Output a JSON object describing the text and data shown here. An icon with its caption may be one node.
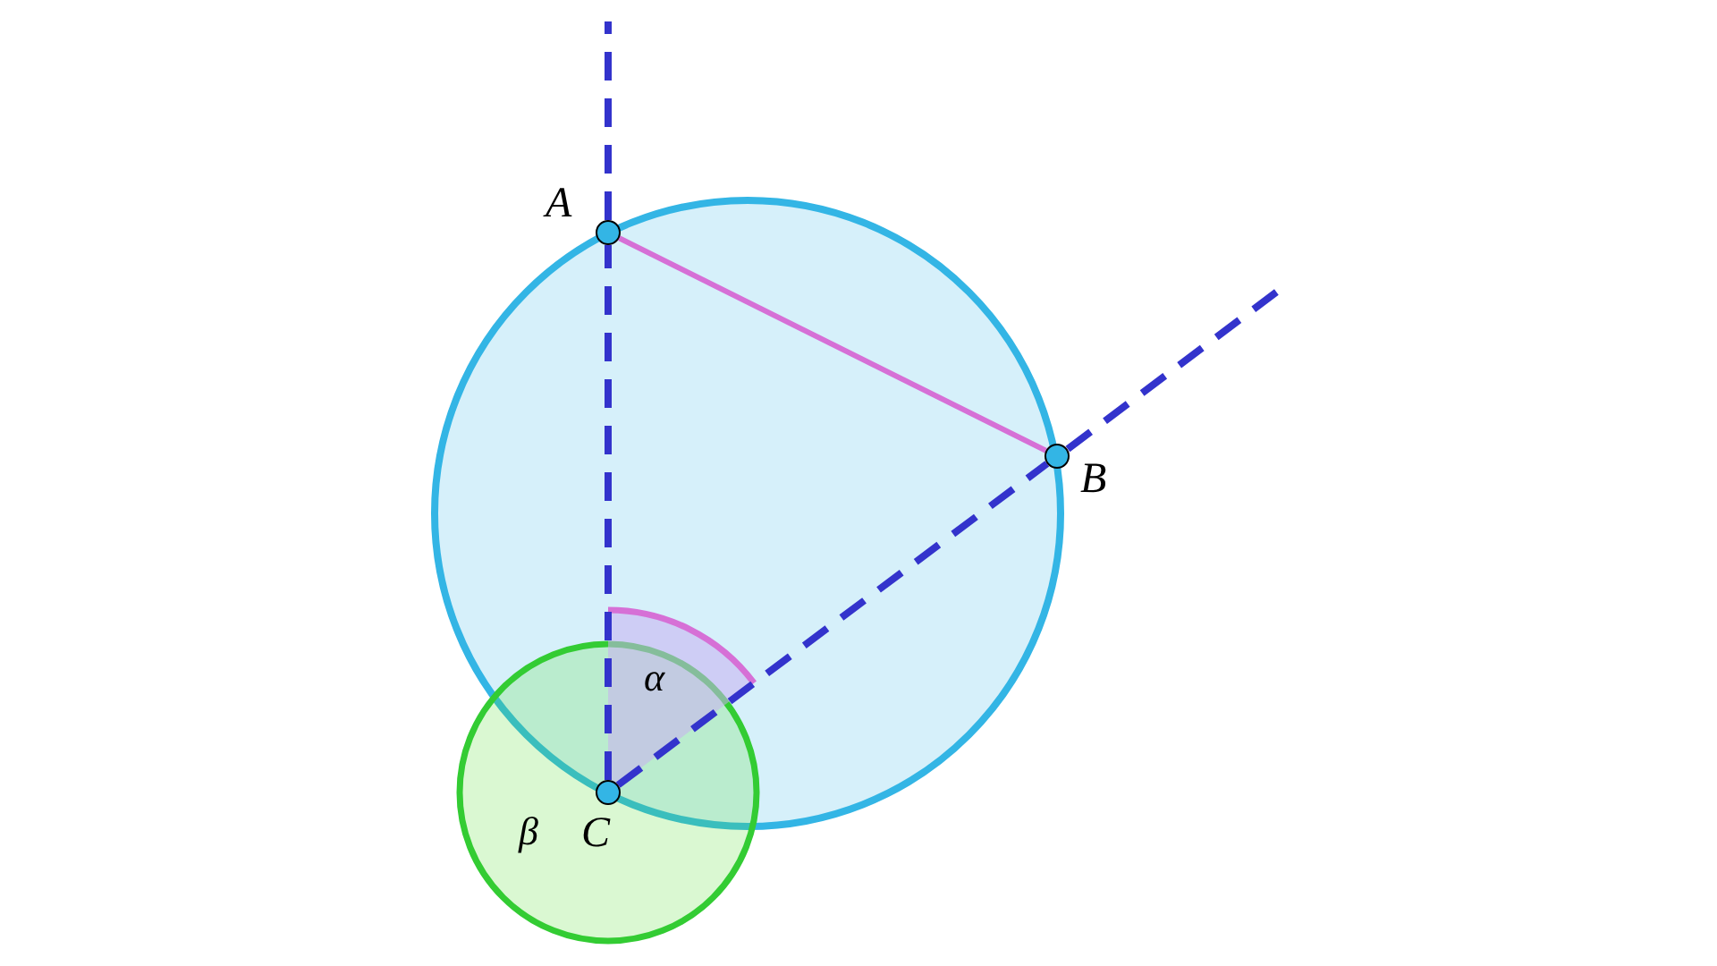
{
  "diagram": {
    "nodes": [
      {
        "text": [],
        "shape": "circle",
        "beside": [
          "A"
        ]
      },
      {
        "text": [],
        "shape": "circle",
        "beside": [
          "B"
        ]
      },
      {
        "text": [],
        "shape": "circle",
        "beside": [
          "C"
        ]
      }
    ],
    "edges": [
      {
        "from": 0,
        "to": 1,
        "arrow": "none",
        "color": "#d670d6"
      },
      {
        "from": 2,
        "to": 0,
        "arrow": "none",
        "style": "dashed"
      },
      {
        "from": 2,
        "to": 1,
        "arrow": "none",
        "style": "dashed"
      }
    ],
    "labels": [
      "α",
      "β"
    ]
  }
}
